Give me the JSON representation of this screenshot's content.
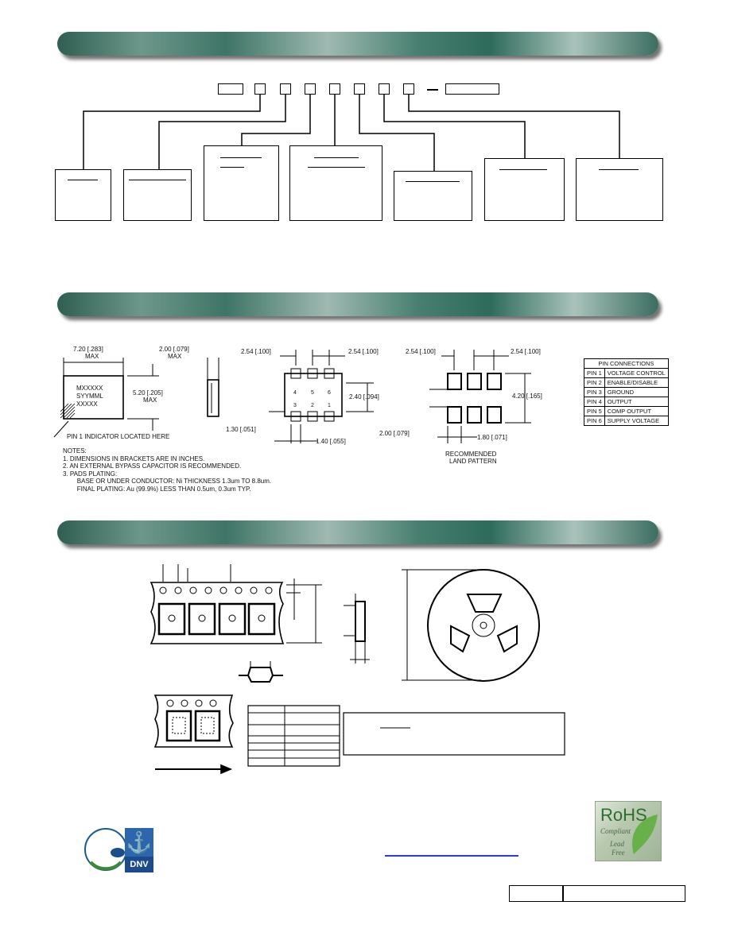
{
  "dimensions": {
    "width_label": "7.20 [.283]",
    "width_max": "MAX",
    "height_label": "5.20 [.205]",
    "height_max": "MAX",
    "thickness_label": "2.00 [.079]",
    "thickness_max": "MAX",
    "pitch_left": "2.54 [.100]",
    "pitch_right": "2.54 [.100]",
    "pad_height": "2.40 [.094]",
    "pad_length": "1.30 [.051]",
    "pad_width": "1.40 [.055]",
    "land_pitch_left": "2.54 [.100]",
    "land_pitch_right": "2.54 [.100]",
    "land_span": "4.20 [.165]",
    "land_gap": "2.00 [.079]",
    "land_pad": "1.80 [.071]",
    "marking_lines": [
      "MXXXXX",
      "SYYMML",
      "XXXXX"
    ],
    "pin1_note": "PIN 1 INDICATOR LOCATED HERE",
    "pin_labels_top": [
      "4",
      "5",
      "6"
    ],
    "pin_labels_bottom": [
      "3",
      "2",
      "1"
    ],
    "land_title_1": "RECOMMENDED",
    "land_title_2": "LAND PATTERN"
  },
  "pin_table": {
    "header": "PIN CONNECTIONS",
    "rows": [
      {
        "pin": "PIN 1",
        "desc": "VOLTAGE CONTROL"
      },
      {
        "pin": "PIN 2",
        "desc": "ENABLE/DISABLE"
      },
      {
        "pin": "PIN 3",
        "desc": "GROUND"
      },
      {
        "pin": "PIN 4",
        "desc": "OUTPUT"
      },
      {
        "pin": "PIN 5",
        "desc": "COMP OUTPUT"
      },
      {
        "pin": "PIN 6",
        "desc": "SUPPLY VOLTAGE"
      }
    ]
  },
  "notes": {
    "title": "NOTES:",
    "items": [
      "1.     DIMENSIONS IN BRACKETS ARE IN INCHES.",
      "2.     AN EXTERNAL BYPASS CAPACITOR IS RECOMMENDED.",
      "3.     PADS PLATING:",
      "        BASE OR UNDER CONDUCTOR: Ni THICKNESS 1.3um TO 8.8um.",
      "        FINAL PLATING: Au (99.9%) LESS THAN 0.5um, 0.3um TYP."
    ]
  },
  "logos": {
    "rohs_big": "RoHS",
    "rohs_compliant": "Compliant",
    "rohs_lead": "Lead",
    "rohs_free": "Free",
    "dnv": "DNV",
    "anchor_icon": "anchor-icon"
  }
}
